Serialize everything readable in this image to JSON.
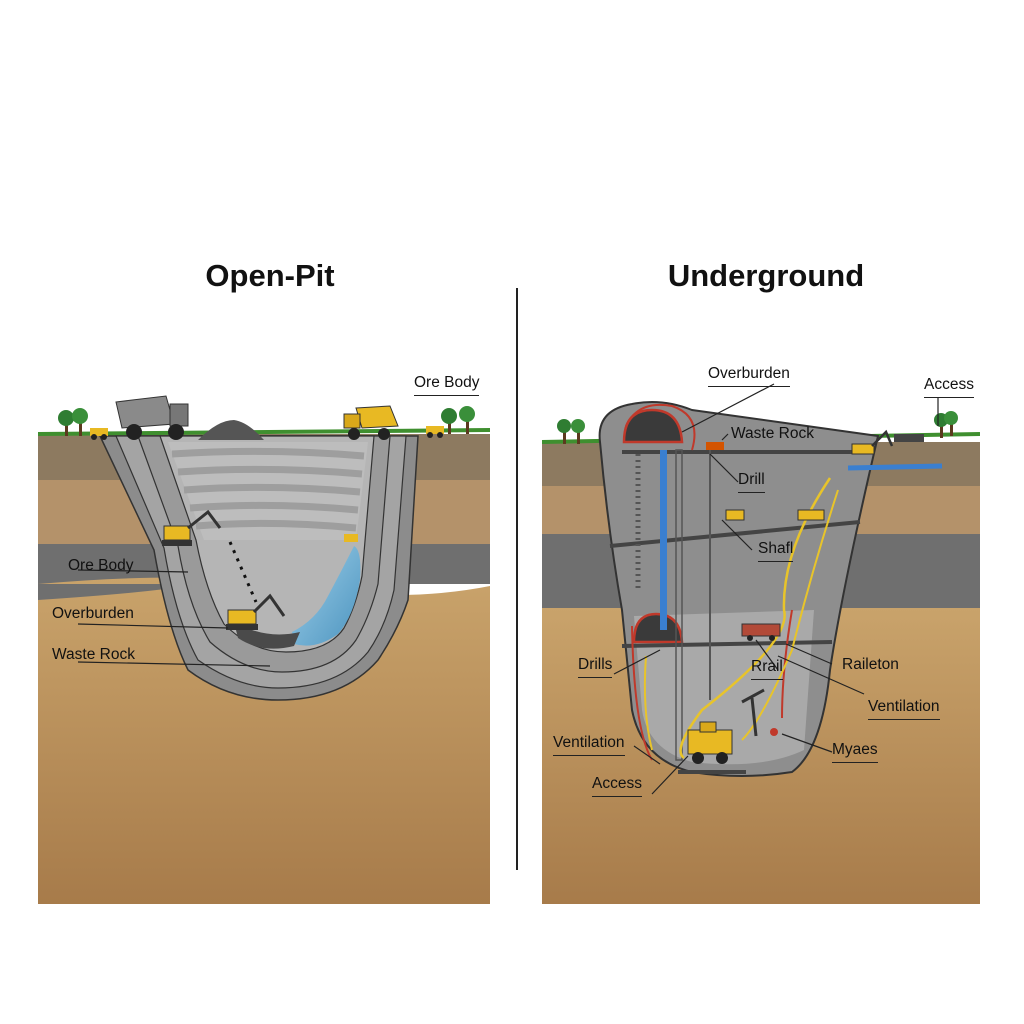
{
  "panels": {
    "open_pit": {
      "title": "Open-Pit",
      "labels": {
        "ore_body_top": "Ore Body",
        "ore_body": "Ore Body",
        "overburden": "Overburden",
        "waste_rock": "Waste Rock"
      }
    },
    "underground": {
      "title": "Underground",
      "labels": {
        "overburden": "Overburden",
        "access_top": "Access",
        "waste_rock": "Waste Rock",
        "drill": "Drill",
        "shaft": "Shafl",
        "drills": "Drills",
        "rail": "Rrail",
        "railston": "Raileton",
        "ventilation_right": "Ventilation",
        "ventilation_left": "Ventilation",
        "myaes": "Myaes",
        "access_bottom": "Access"
      }
    }
  },
  "colors": {
    "soil_dark": "#8d7a60",
    "soil_gravel": "#b4926a",
    "rock_band": "#6f6f6f",
    "sand_bedrock": "#c19a64",
    "pit_rock": "#9a9a9a",
    "water": "#6fb3d6",
    "vehicle_yellow": "#e8b923",
    "grass": "#3f8f2f",
    "shaft_blue": "#3a7fd0",
    "rail_red": "#b24a38",
    "ventilation_red": "#c0392b",
    "cable_yellow": "#e8c42a"
  }
}
